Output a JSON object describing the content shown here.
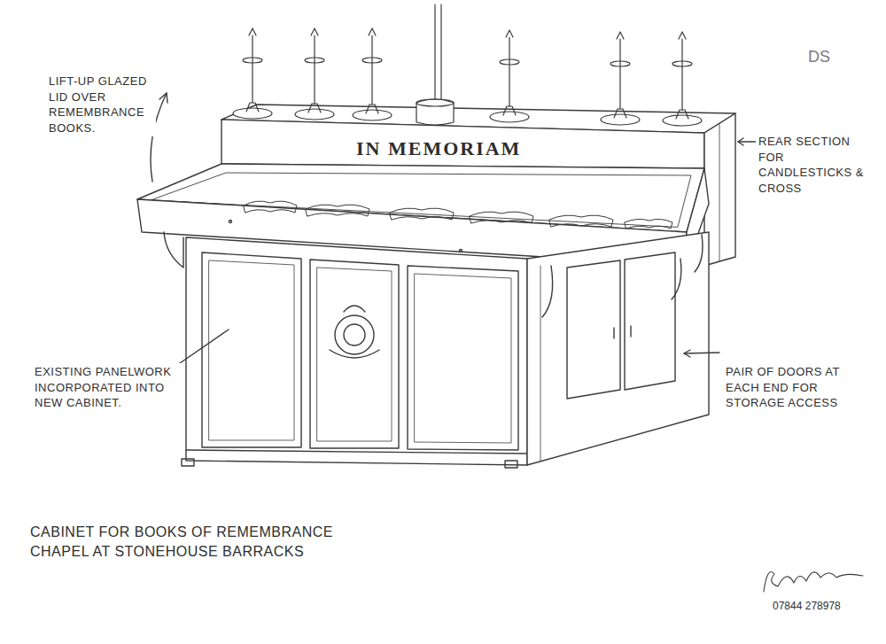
{
  "diagram": {
    "caption": "CABINET FOR BOOKS OF REMEMBRANCE CHAPEL AT STONEHOUSE BARRACKS",
    "labels": [
      "DS",
      "LIFT-UP GLAZED LID OVER REMEMBRANCE BOOKS.",
      "IN MEMORIAM",
      "REAR SECTION FOR CANDLESTICKS & CROSS",
      "EXISTING PANELWORK INCORPORATED INTO NEW CABINET.",
      "PAIR OF DOORS AT EACH END FOR STORAGE ACCESS",
      "07844 278978"
    ]
  }
}
